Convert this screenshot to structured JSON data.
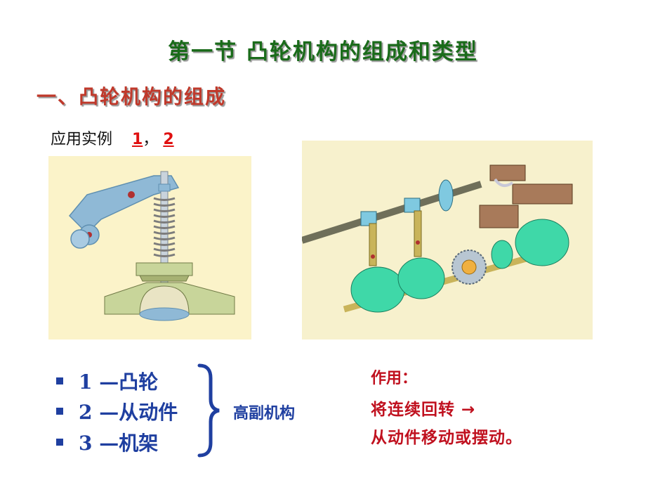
{
  "slide": {
    "title": "第一节  凸轮机构的组成和类型",
    "section_heading": "一、凸轮机构的组成"
  },
  "examples": {
    "prefix": "应用实例",
    "first": "1",
    "separator": "，",
    "second": "2"
  },
  "legend": {
    "items": [
      {
        "number": "1",
        "label": "—凸轮"
      },
      {
        "number": "2",
        "label": "—从动件"
      },
      {
        "number": "3",
        "label": "—机架"
      }
    ],
    "pair_type": "高副机构"
  },
  "function": {
    "title": "作用：",
    "line1": "将连续回转 →",
    "line2": "从动件移动或摆动。"
  },
  "colors": {
    "title_green": "#1a6b1a",
    "heading_red": "#c0392b",
    "legend_blue": "#1f3fa0",
    "function_red": "#c0111f",
    "example_number_red": "#e01010"
  }
}
